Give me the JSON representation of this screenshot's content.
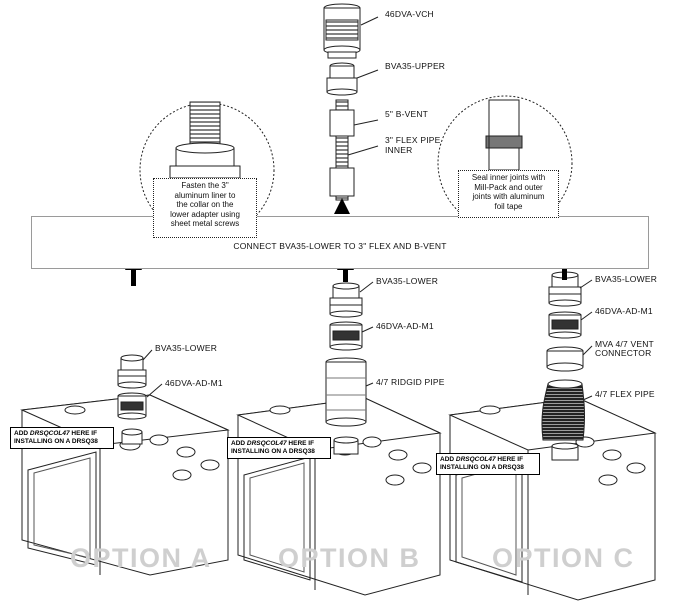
{
  "labels": {
    "vch": "46DVA-VCH",
    "upper": "BVA35-UPPER",
    "bvent": "5\" B-VENT",
    "flex_inner_1": "3\" FLEX PIPE",
    "flex_inner_2": "INNER",
    "a_lower": "BVA35-LOWER",
    "a_adm1": "46DVA-AD-M1",
    "b_lower": "BVA35-LOWER",
    "b_adm1": "46DVA-AD-M1",
    "b_rigid": "4/7 RIDGID PIPE",
    "c_lower": "BVA35-LOWER",
    "c_adm1": "46DVA-AD-M1",
    "c_mva_1": "MVA 4/7 VENT",
    "c_mva_2": "CONNECTOR",
    "c_flex": "4/7 FLEX PIPE"
  },
  "notes": {
    "left": [
      "Fasten the 3\"",
      "aluminum liner to",
      "the collar on the",
      "lower adapter using",
      "sheet metal screws"
    ],
    "right": [
      "Seal inner joints with",
      "Mill-Pack and outer",
      "joints with aluminum",
      "foil tape"
    ]
  },
  "banner": "CONNECT BVA35-LOWER TO 3\" FLEX AND B-VENT",
  "add_box": {
    "line1_pre": "ADD ",
    "line1_em": "DRSQCOL47",
    "line1_post": " HERE IF",
    "line2": "INSTALLING ON A DRSQ38"
  },
  "options": {
    "a": "OPTION A",
    "b": "OPTION B",
    "c": "OPTION C"
  }
}
